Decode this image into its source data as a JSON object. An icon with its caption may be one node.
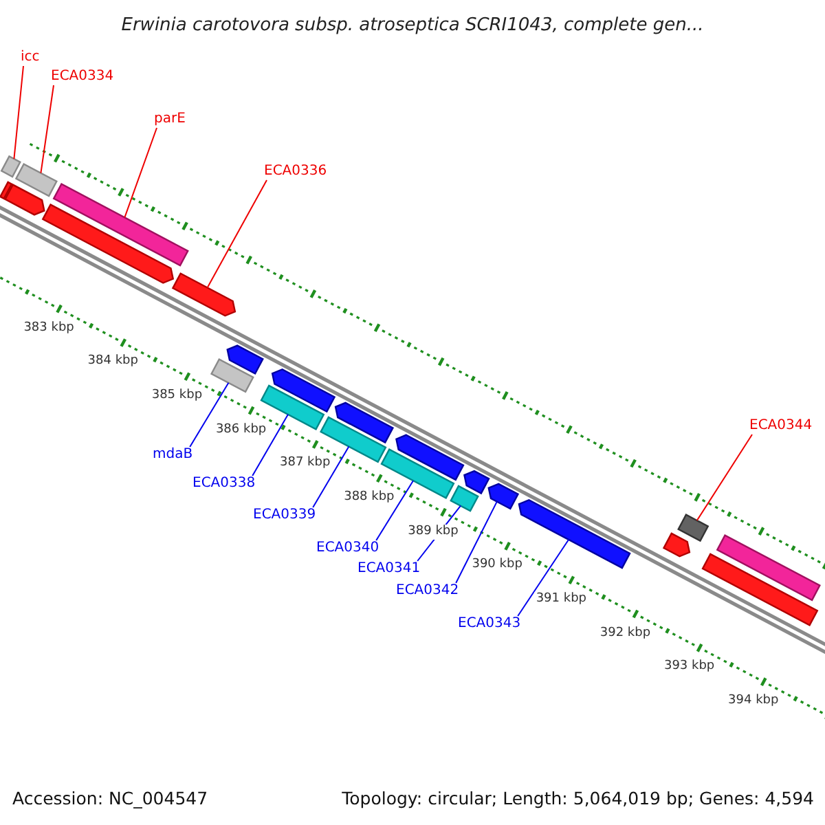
{
  "diagram": {
    "title": "Erwinia carotovora subsp. atroseptica SCRI1043, complete gen...",
    "nodes": [
      {
        "text": [
          "icc"
        ]
      },
      {
        "text": [],
        "shape": "bar"
      },
      {
        "text": [
          "ECA0334"
        ]
      },
      {
        "text": [],
        "shape": "bar"
      },
      {
        "text": [
          "parE"
        ]
      },
      {
        "text": [],
        "shape": "bar"
      },
      {
        "text": [
          "ECA0336"
        ]
      },
      {
        "text": [],
        "shape": "bar"
      },
      {
        "text": [
          "ECA0344"
        ]
      },
      {
        "text": [],
        "shape": "bar"
      },
      {
        "text": [
          "mdaB"
        ]
      },
      {
        "text": [],
        "shape": "bar"
      },
      {
        "text": [
          "ECA0338"
        ]
      },
      {
        "text": [],
        "shape": "bar"
      },
      {
        "text": [
          "ECA0339"
        ]
      },
      {
        "text": [],
        "shape": "bar"
      },
      {
        "text": [
          "ECA0340"
        ]
      },
      {
        "text": [],
        "shape": "bar"
      },
      {
        "text": [
          "ECA0341"
        ]
      },
      {
        "text": [],
        "shape": "bar"
      },
      {
        "text": [
          "ECA0342"
        ]
      },
      {
        "text": [],
        "shape": "bar"
      },
      {
        "text": [
          "ECA0343"
        ]
      },
      {
        "text": [],
        "shape": "bar"
      },
      {
        "text": [],
        "shape": "bar"
      },
      {
        "text": [],
        "shape": "bar"
      },
      {
        "text": [],
        "shape": "bar"
      },
      {
        "text": [],
        "shape": "bar"
      },
      {
        "text": [],
        "shape": "bar"
      },
      {
        "text": [],
        "shape": "bar"
      },
      {
        "text": [],
        "shape": "bar"
      },
      {
        "text": [],
        "shape": "bar"
      },
      {
        "text": [],
        "shape": "bar"
      },
      {
        "text": [],
        "shape": "bar"
      },
      {
        "text": [],
        "shape": "bar"
      }
    ],
    "edges": [
      {
        "from": 0,
        "to": 1,
        "arrow": "none",
        "color": "#ee0000"
      },
      {
        "from": 2,
        "to": 3,
        "arrow": "none",
        "color": "#ee0000"
      },
      {
        "from": 4,
        "to": 5,
        "arrow": "none",
        "color": "#ee0000"
      },
      {
        "from": 6,
        "to": 7,
        "arrow": "none",
        "color": "#ee0000"
      },
      {
        "from": 8,
        "to": 9,
        "arrow": "none",
        "color": "#ee0000"
      },
      {
        "from": 10,
        "to": 11,
        "arrow": "none",
        "color": "#0000ee"
      },
      {
        "from": 12,
        "to": 13,
        "arrow": "none",
        "color": "#0000ee"
      },
      {
        "from": 14,
        "to": 15,
        "arrow": "none",
        "color": "#0000ee"
      },
      {
        "from": 16,
        "to": 17,
        "arrow": "none",
        "color": "#0000ee"
      },
      {
        "from": 18,
        "to": 19,
        "arrow": "none",
        "color": "#0000ee"
      },
      {
        "from": 20,
        "to": 21,
        "arrow": "none",
        "color": "#0000ee"
      },
      {
        "from": 22,
        "to": 23,
        "arrow": "none",
        "color": "#0000ee"
      }
    ],
    "labels": [
      "383 kbp",
      "384 kbp",
      "385 kbp",
      "386 kbp",
      "387 kbp",
      "388 kbp",
      "389 kbp",
      "390 kbp",
      "391 kbp",
      "392 kbp",
      "393 kbp",
      "394 kbp",
      "Accession: NC_004547",
      "Topology: circular; Length: 5,064,019 bp; Genes: 4,594"
    ]
  }
}
